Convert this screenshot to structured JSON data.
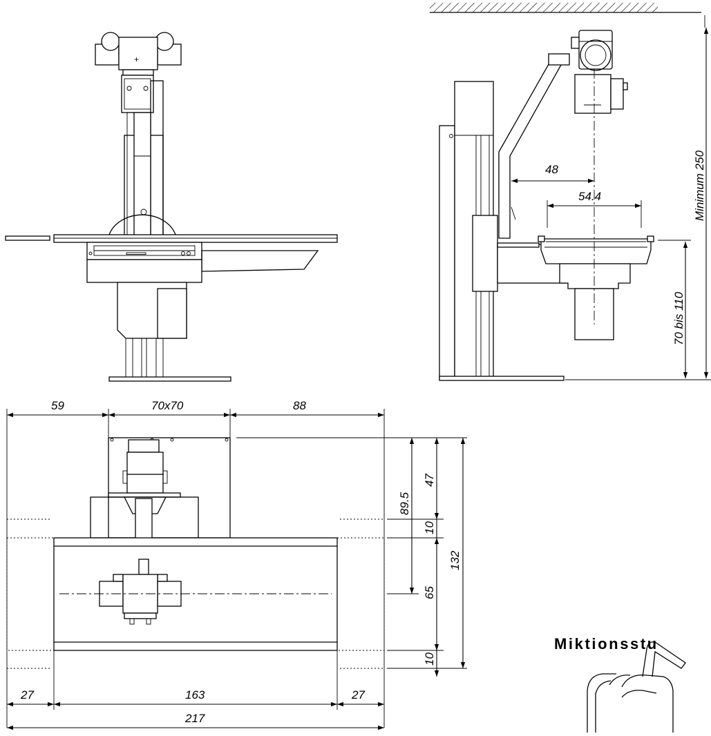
{
  "title": "Miktionsstu",
  "dimensions": {
    "d59": "59",
    "d70x70": "70x70",
    "d88": "88",
    "d48": "48",
    "d54_4": "54.4",
    "d_min250": "Minimum 250",
    "d70bis110": "70 bis 110",
    "d47": "47",
    "d89_5": "89.5",
    "d10a": "10",
    "d132": "132",
    "d65": "65",
    "d10b": "10",
    "d27a": "27",
    "d163": "163",
    "d27b": "27",
    "d217": "217"
  }
}
